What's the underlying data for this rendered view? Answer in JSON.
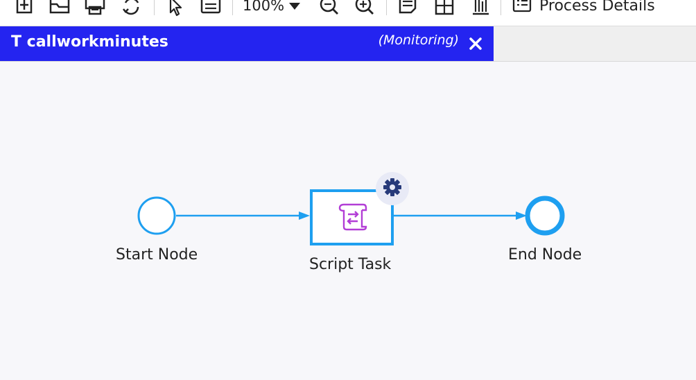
{
  "toolbar": {
    "icons": [
      "add-icon",
      "folder-icon",
      "print-icon",
      "refresh-icon",
      "pointer-icon",
      "list-icon",
      "zoom-out-icon",
      "zoom-in-icon",
      "notes-icon",
      "grid-icon",
      "bars-icon",
      "process-details-icon"
    ],
    "zoom_value": "100%",
    "process_details_label": "Process Details"
  },
  "tab": {
    "title": "T callworkminutes",
    "status": "(Monitoring)",
    "color": "#2424f0"
  },
  "diagram": {
    "nodes": {
      "start_label": "Start Node",
      "task_label": "Script Task",
      "end_label": "End Node"
    },
    "colors": {
      "flow": "#1e9ff0",
      "task_icon": "#b23ed6",
      "gear": "#273a7a"
    }
  }
}
